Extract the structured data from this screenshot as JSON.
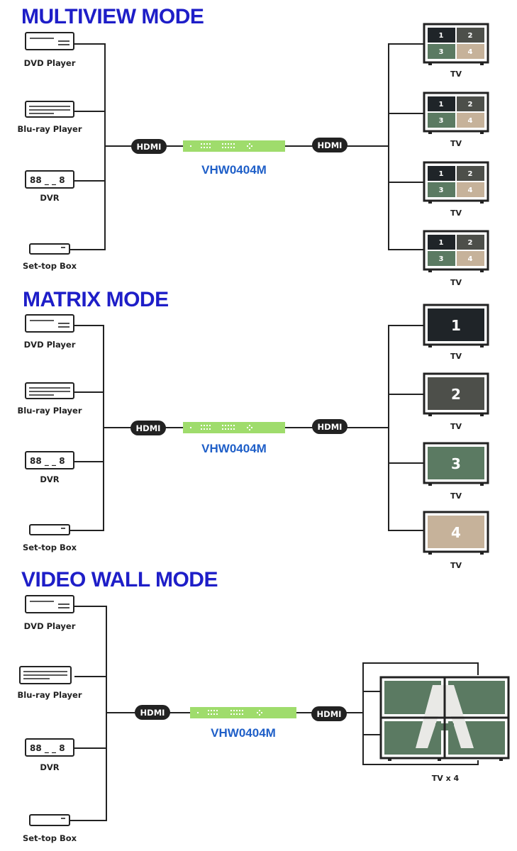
{
  "sections": [
    {
      "title": "MULTIVIEW MODE",
      "sources": [
        "DVD Player",
        "Blu-ray Player",
        "DVR",
        "Set-top Box"
      ],
      "hdmi_in": "HDMI",
      "hdmi_out": "HDMI",
      "device": "VHW0404M",
      "outputs": [
        "TV",
        "TV",
        "TV",
        "TV"
      ],
      "quad_numbers": [
        "1",
        "2",
        "3",
        "4"
      ]
    },
    {
      "title": "MATRIX MODE",
      "sources": [
        "DVD Player",
        "Blu-ray Player",
        "DVR",
        "Set-top Box"
      ],
      "hdmi_in": "HDMI",
      "hdmi_out": "HDMI",
      "device": "VHW0404M",
      "outputs": [
        "TV",
        "TV",
        "TV",
        "TV"
      ],
      "screen_numbers": [
        "1",
        "2",
        "3",
        "4"
      ]
    },
    {
      "title": "VIDEO WALL MODE",
      "sources": [
        "DVD Player",
        "Blu-ray Player",
        "DVR",
        "Set-top Box"
      ],
      "hdmi_in": "HDMI",
      "hdmi_out": "HDMI",
      "device": "VHW0404M",
      "wall_label": "TV x 4"
    }
  ],
  "colors": {
    "title": "#1e1ec8",
    "model": "#1f5fc8",
    "switch_green": "#9fdc6c",
    "screen1": "#1f2428",
    "screen2": "#4d4f4a",
    "screen3": "#5b7a62",
    "screen4": "#c6b29a",
    "wall_green": "#5b7a62"
  },
  "icons": {
    "dvd": "dvd-player-icon",
    "bluray": "bluray-player-icon",
    "dvr": "dvr-icon",
    "stb": "set-top-box-icon",
    "tv": "tv-icon",
    "switch": "hdmi-switch-icon"
  }
}
